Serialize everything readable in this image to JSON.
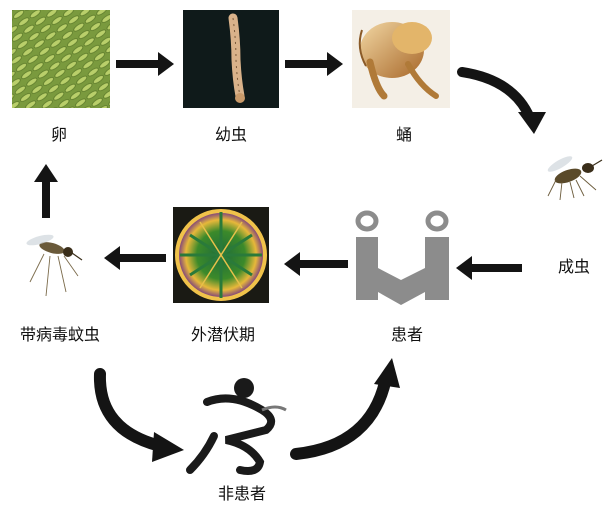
{
  "stages": {
    "egg": "卵",
    "larva": "幼虫",
    "pupa": "蛹",
    "adult": "成虫",
    "patient": "患者",
    "incubation": "外潜伏期",
    "infected_mosquito": "带病毒蚊虫",
    "non_patient": "非患者"
  },
  "colors": {
    "egg_bg": "#7a9a3e",
    "egg_cell": "#b9cf6a",
    "larva_bg": "#0f1a1a",
    "larva_body": "#d9b28a",
    "pupa_body": "#c98a3c",
    "virus_ring": "#f0c24a",
    "virus_core": "#4a2b7a",
    "human_gray": "#8c8c8c",
    "arrow": "#141414"
  }
}
